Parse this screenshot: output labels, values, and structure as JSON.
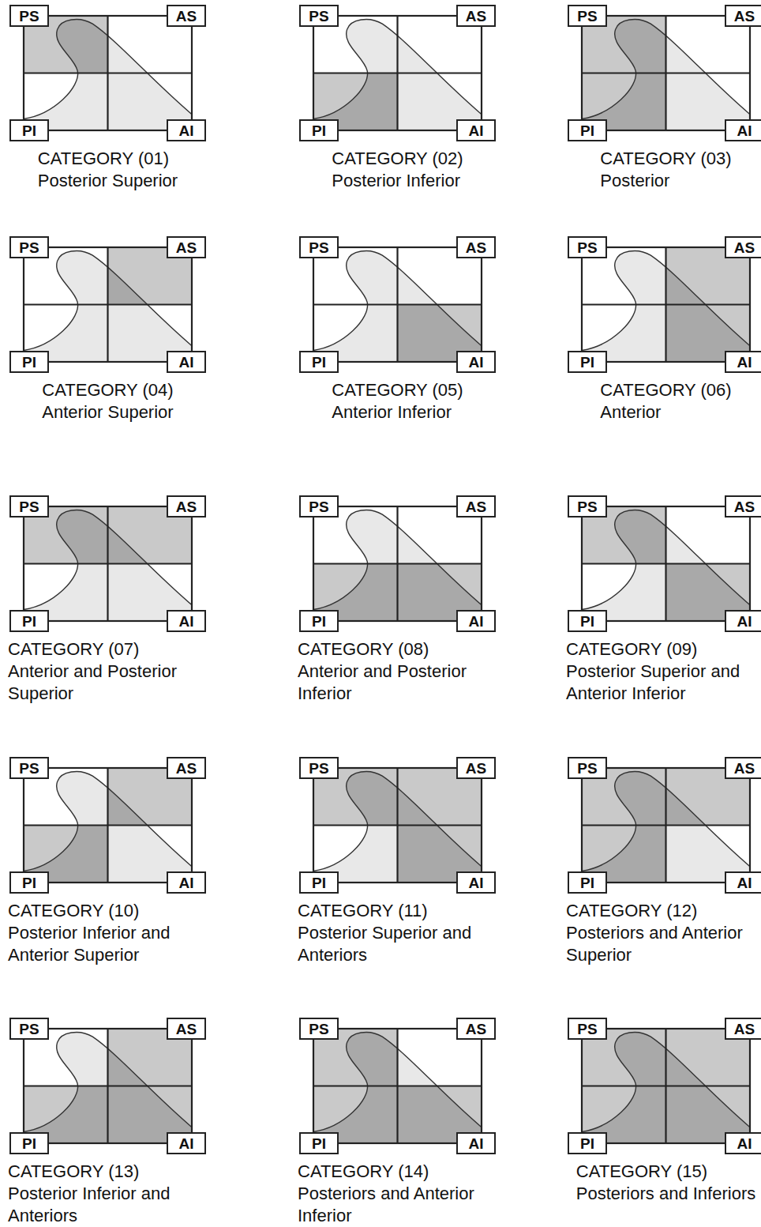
{
  "diagram": {
    "nodes": [
      {
        "text": [
          "CATEGORY (01)",
          "Posterior Superior"
        ]
      },
      {
        "text": [
          "PS"
        ],
        "in": 0
      },
      {
        "text": [
          "AS"
        ],
        "in": 0
      },
      {
        "text": [
          "PI"
        ],
        "in": 0
      },
      {
        "text": [
          "AI"
        ],
        "in": 0
      },
      {
        "text": [
          "CATEGORY (02)",
          "Posterior Inferior"
        ]
      },
      {
        "text": [
          "PS"
        ],
        "in": 5
      },
      {
        "text": [
          "AS"
        ],
        "in": 5
      },
      {
        "text": [
          "PI"
        ],
        "in": 5
      },
      {
        "text": [
          "AI"
        ],
        "in": 5
      },
      {
        "text": [
          "CATEGORY (03)",
          "Posterior"
        ]
      },
      {
        "text": [
          "PS"
        ],
        "in": 10
      },
      {
        "text": [
          "AS"
        ],
        "in": 10
      },
      {
        "text": [
          "PI"
        ],
        "in": 10
      },
      {
        "text": [
          "AI"
        ],
        "in": 10
      },
      {
        "text": [
          "CATEGORY (04)",
          "Anterior Superior"
        ]
      },
      {
        "text": [
          "PS"
        ],
        "in": 15
      },
      {
        "text": [
          "AS"
        ],
        "in": 15
      },
      {
        "text": [
          "PI"
        ],
        "in": 15
      },
      {
        "text": [
          "AI"
        ],
        "in": 15
      },
      {
        "text": [
          "CATEGORY (05)",
          "Anterior Inferior"
        ]
      },
      {
        "text": [
          "PS"
        ],
        "in": 20
      },
      {
        "text": [
          "AS"
        ],
        "in": 20
      },
      {
        "text": [
          "PI"
        ],
        "in": 20
      },
      {
        "text": [
          "AI"
        ],
        "in": 20
      },
      {
        "text": [
          "CATEGORY (06)",
          "Anterior"
        ]
      },
      {
        "text": [
          "PS"
        ],
        "in": 25
      },
      {
        "text": [
          "AS"
        ],
        "in": 25
      },
      {
        "text": [
          "PI"
        ],
        "in": 25
      },
      {
        "text": [
          "AI"
        ],
        "in": 25
      },
      {
        "text": [
          "CATEGORY (07)",
          "Anterior and Posterior Superior"
        ]
      },
      {
        "text": [
          "PS"
        ],
        "in": 30
      },
      {
        "text": [
          "AS"
        ],
        "in": 30
      },
      {
        "text": [
          "PI"
        ],
        "in": 30
      },
      {
        "text": [
          "AI"
        ],
        "in": 30
      },
      {
        "text": [
          "CATEGORY (08)",
          "Anterior and Posterior Inferior"
        ]
      },
      {
        "text": [
          "PS"
        ],
        "in": 35
      },
      {
        "text": [
          "AS"
        ],
        "in": 35
      },
      {
        "text": [
          "PI"
        ],
        "in": 35
      },
      {
        "text": [
          "AI"
        ],
        "in": 35
      },
      {
        "text": [
          "CATEGORY (09)",
          "Posterior Superior and Anterior Inferior"
        ]
      },
      {
        "text": [
          "PS"
        ],
        "in": 40
      },
      {
        "text": [
          "AS"
        ],
        "in": 40
      },
      {
        "text": [
          "PI"
        ],
        "in": 40
      },
      {
        "text": [
          "AI"
        ],
        "in": 40
      },
      {
        "text": [
          "CATEGORY (10)",
          "Posterior Inferior and Anterior Superior"
        ]
      },
      {
        "text": [
          "PS"
        ],
        "in": 45
      },
      {
        "text": [
          "AS"
        ],
        "in": 45
      },
      {
        "text": [
          "PI"
        ],
        "in": 45
      },
      {
        "text": [
          "AI"
        ],
        "in": 45
      },
      {
        "text": [
          "CATEGORY (11)",
          "Posterior Superior and Anteriors"
        ]
      },
      {
        "text": [
          "PS"
        ],
        "in": 50
      },
      {
        "text": [
          "AS"
        ],
        "in": 50
      },
      {
        "text": [
          "PI"
        ],
        "in": 50
      },
      {
        "text": [
          "AI"
        ],
        "in": 50
      },
      {
        "text": [
          "CATEGORY (12)",
          "Posteriors and Anterior Superior"
        ]
      },
      {
        "text": [
          "PS"
        ],
        "in": 55
      },
      {
        "text": [
          "AS"
        ],
        "in": 55
      },
      {
        "text": [
          "PI"
        ],
        "in": 55
      },
      {
        "text": [
          "AI"
        ],
        "in": 55
      },
      {
        "text": [
          "CATEGORY (13)",
          "Posterior Inferior and Anteriors"
        ]
      },
      {
        "text": [
          "PS"
        ],
        "in": 60
      },
      {
        "text": [
          "AS"
        ],
        "in": 60
      },
      {
        "text": [
          "PI"
        ],
        "in": 60
      },
      {
        "text": [
          "AI"
        ],
        "in": 60
      },
      {
        "text": [
          "CATEGORY (14)",
          "Posteriors and Anterior Inferior"
        ]
      },
      {
        "text": [
          "PS"
        ],
        "in": 65
      },
      {
        "text": [
          "AS"
        ],
        "in": 65
      },
      {
        "text": [
          "PI"
        ],
        "in": 65
      },
      {
        "text": [
          "AI"
        ],
        "in": 65
      },
      {
        "text": [
          "CATEGORY (15)",
          "Posteriors and Inferiors"
        ]
      },
      {
        "text": [
          "PS"
        ],
        "in": 70
      },
      {
        "text": [
          "AS"
        ],
        "in": 70
      },
      {
        "text": [
          "PI"
        ],
        "in": 70
      },
      {
        "text": [
          "AI"
        ],
        "in": 70
      }
    ]
  }
}
